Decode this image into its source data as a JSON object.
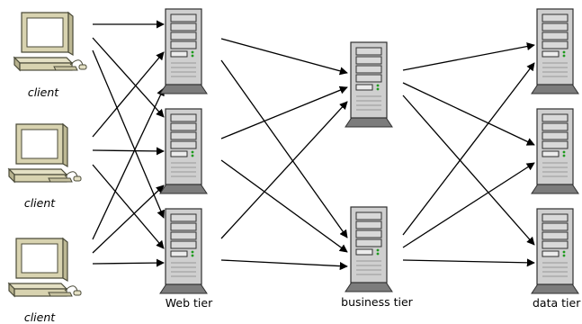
{
  "labels": {
    "client_1": "client",
    "client_2": "client",
    "client_3": "client",
    "web_tier": "Web tier",
    "business_tier": "business tier",
    "data_tier": "data tier"
  },
  "nodes": {
    "clients": [
      "client-1",
      "client-2",
      "client-3"
    ],
    "web": [
      "web-server-1",
      "web-server-2",
      "web-server-3"
    ],
    "business": [
      "business-server-1",
      "business-server-2"
    ],
    "data": [
      "data-server-1",
      "data-server-2",
      "data-server-3"
    ]
  },
  "edges": [
    [
      "client-1",
      "web-server-1"
    ],
    [
      "client-1",
      "web-server-2"
    ],
    [
      "client-1",
      "web-server-3"
    ],
    [
      "client-2",
      "web-server-1"
    ],
    [
      "client-2",
      "web-server-2"
    ],
    [
      "client-2",
      "web-server-3"
    ],
    [
      "client-3",
      "web-server-1"
    ],
    [
      "client-3",
      "web-server-2"
    ],
    [
      "client-3",
      "web-server-3"
    ],
    [
      "web-server-1",
      "business-server-1"
    ],
    [
      "web-server-1",
      "business-server-2"
    ],
    [
      "web-server-2",
      "business-server-1"
    ],
    [
      "web-server-2",
      "business-server-2"
    ],
    [
      "web-server-3",
      "business-server-1"
    ],
    [
      "web-server-3",
      "business-server-2"
    ],
    [
      "business-server-1",
      "data-server-1"
    ],
    [
      "business-server-1",
      "data-server-2"
    ],
    [
      "business-server-1",
      "data-server-3"
    ],
    [
      "business-server-2",
      "data-server-1"
    ],
    [
      "business-server-2",
      "data-server-2"
    ],
    [
      "business-server-2",
      "data-server-3"
    ]
  ],
  "icons": {
    "client": "desktop-computer-icon",
    "server": "server-tower-icon"
  },
  "colors": {
    "computer_body": "#d8d3b0",
    "computer_outline": "#4a4a38",
    "screen": "#ffffff",
    "server_body": "#cfcfcf",
    "server_outline": "#2f2f2f",
    "server_base": "#7c7c7c",
    "led_green": "#1d9a1d",
    "arrow": "#000000"
  }
}
